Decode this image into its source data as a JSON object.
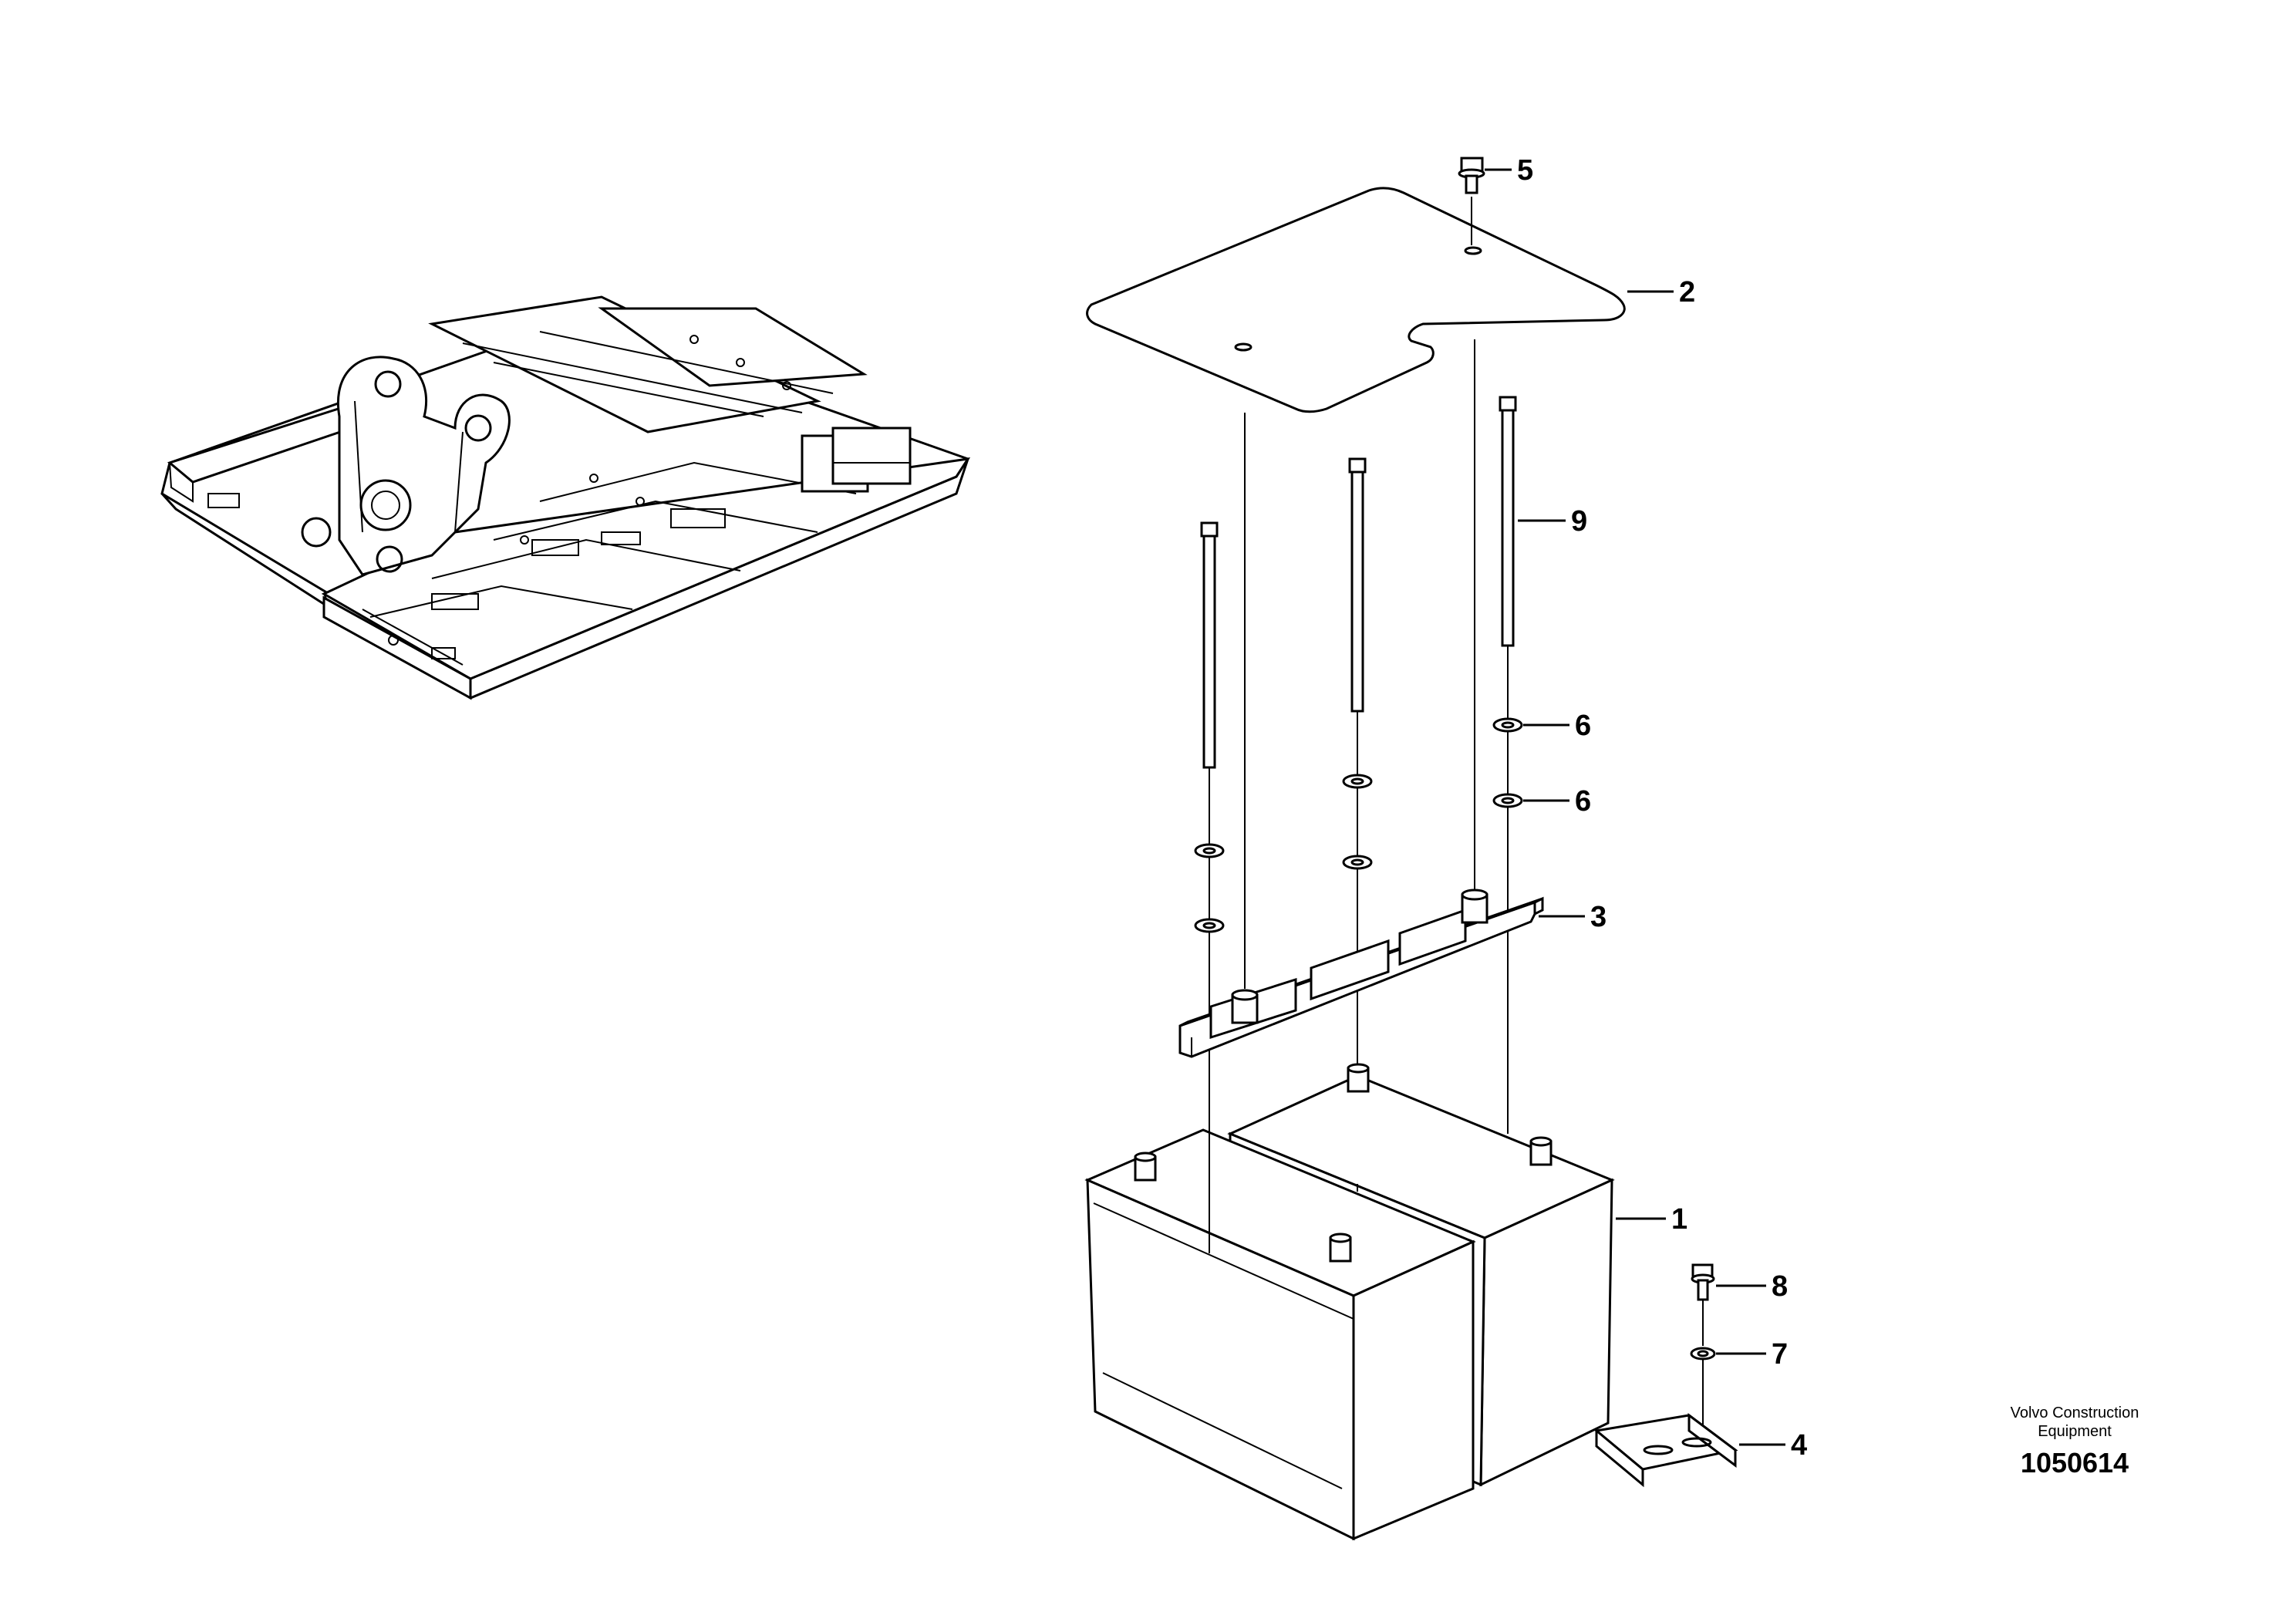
{
  "parts": [
    {
      "id": "battery",
      "label": "1"
    },
    {
      "id": "battery-cover",
      "label": "2"
    },
    {
      "id": "battery-bracket",
      "label": "3"
    },
    {
      "id": "angle-bracket",
      "label": "4"
    },
    {
      "id": "cover-bolt",
      "label": "5"
    },
    {
      "id": "washer-upper",
      "label": "6"
    },
    {
      "id": "washer-lower",
      "label": "6"
    },
    {
      "id": "bracket-washer",
      "label": "7"
    },
    {
      "id": "bracket-screw",
      "label": "8"
    },
    {
      "id": "tie-rod",
      "label": "9"
    }
  ],
  "credit": {
    "company_line1": "Volvo Construction",
    "company_line2": "Equipment",
    "drawing_number": "1050614"
  }
}
